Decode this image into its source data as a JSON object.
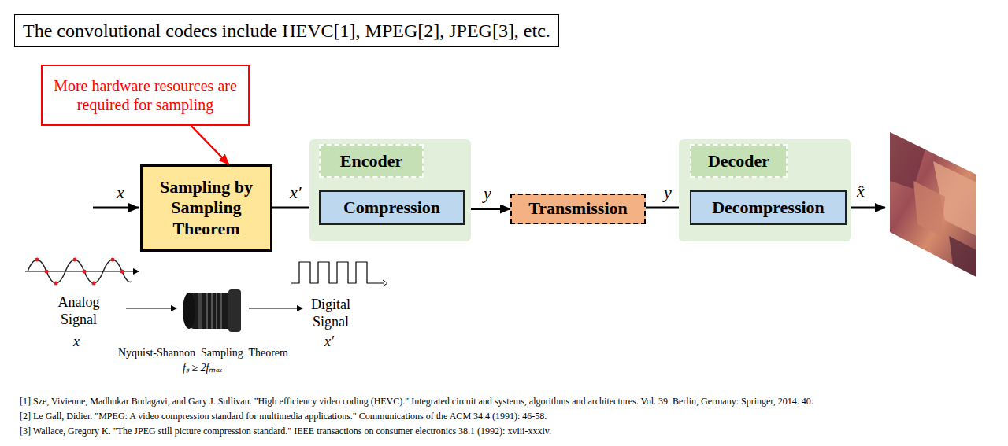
{
  "diagram": {
    "title": "The convolutional codecs include HEVC[1], MPEG[2], JPEG[3], etc.",
    "nodes": [
      {
        "text": [
          "More hardware resources are required for sampling"
        ]
      },
      {
        "text": [
          "Sampling by Sampling Theorem"
        ]
      },
      {
        "text": [
          "Encoder"
        ]
      },
      {
        "text": [
          "Compression"
        ],
        "in": 2
      },
      {
        "text": [
          "Transmission"
        ]
      },
      {
        "text": [
          "Decoder"
        ]
      },
      {
        "text": [
          "Decompression"
        ],
        "in": 5
      }
    ],
    "edges": [
      {
        "from": 0,
        "to": 1,
        "arrow": "to"
      },
      {
        "from": 1,
        "to": 3,
        "label": "x′",
        "arrow": "to"
      },
      {
        "from": 3,
        "to": 4,
        "label": "y",
        "arrow": "to"
      },
      {
        "from": 4,
        "to": 6,
        "label": "y",
        "arrow": "to"
      }
    ],
    "labels": [
      "x",
      "x̂",
      "Analog Signal",
      "x",
      "Nyquist-Shannon  Sampling  Theorem",
      "fₛ ≥ 2fₘₐₓ",
      "Digital Signal",
      "x′",
      "[1] Sze, Vivienne, Madhukar Budagavi, and Gary J. Sullivan. \"High efficiency video coding (HEVC).\" Integrated circuit and systems, algorithms and architectures. Vol. 39. Berlin, Germany: Springer, 2014. 40.",
      "[2] Le Gall, Didier. \"MPEG: A video compression standard for multimedia applications.\" Communications of the ACM 34.4 (1991): 46-58.",
      "[3] Wallace, Gregory K. \"The JPEG still picture compression standard.\" IEEE transactions on consumer electronics 38.1 (1992): xviii-xxxiv."
    ]
  }
}
